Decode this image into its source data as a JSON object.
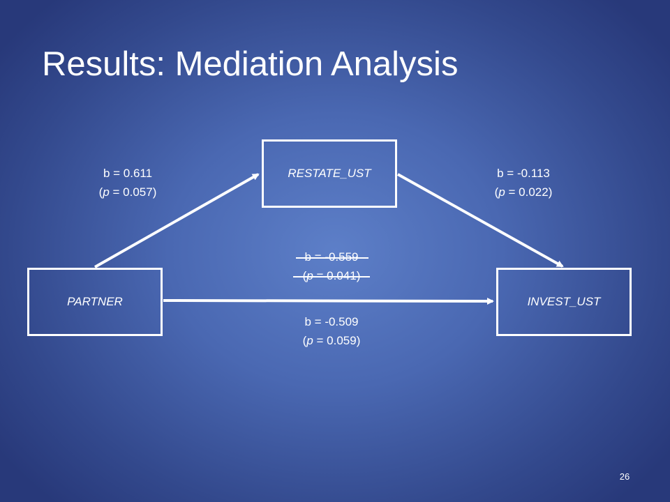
{
  "slide": {
    "title": "Results: Mediation Analysis",
    "page_number": "26"
  },
  "nodes": {
    "mediator": "RESTATE_UST",
    "predictor": "PARTNER",
    "outcome": "INVEST_UST"
  },
  "paths": {
    "a": {
      "b": "b = 0.611",
      "p_open": "(",
      "p_sym": "p",
      "p_rest": " = 0.057)"
    },
    "b": {
      "b": "b = -0.113",
      "p_open": "(",
      "p_sym": "p",
      "p_rest": " = 0.022)"
    },
    "c_prime": {
      "b": "b = -0.559",
      "p_open": "(",
      "p_sym": "p",
      "p_rest": " = 0.041)",
      "struck_through": true
    },
    "c": {
      "b": "b = -0.509",
      "p_open": "(",
      "p_sym": "p",
      "p_rest": " = 0.059)"
    }
  },
  "colors": {
    "foreground": "#ffffff",
    "background_center": "#5d7fc8",
    "background_edge": "#28397a"
  }
}
